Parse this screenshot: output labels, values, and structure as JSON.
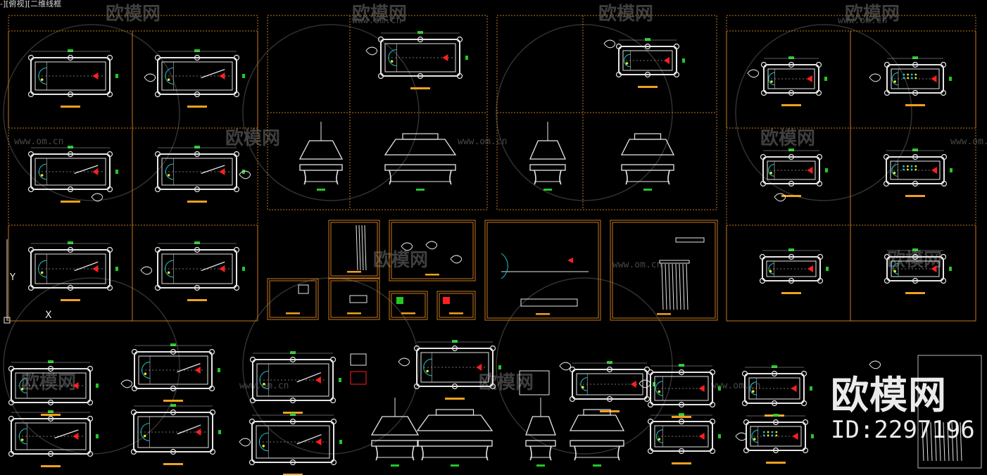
{
  "viewport": {
    "label": "-][俯视][二维线框"
  },
  "watermarks": {
    "site": "欧模网",
    "url": "www.om.cn",
    "logo_text": "欧模网",
    "id_text": "ID:2297196"
  },
  "ucs": {
    "y_label": "Y",
    "x_label": "X"
  },
  "colors": {
    "background": "#000000",
    "frame": "#c8781e",
    "line": "#e6e6e6",
    "dim": "#23c823",
    "title": "#f0a020",
    "ball": "#ff2020",
    "accent": "#18c8c8",
    "watermark": "#5a5a5a"
  }
}
